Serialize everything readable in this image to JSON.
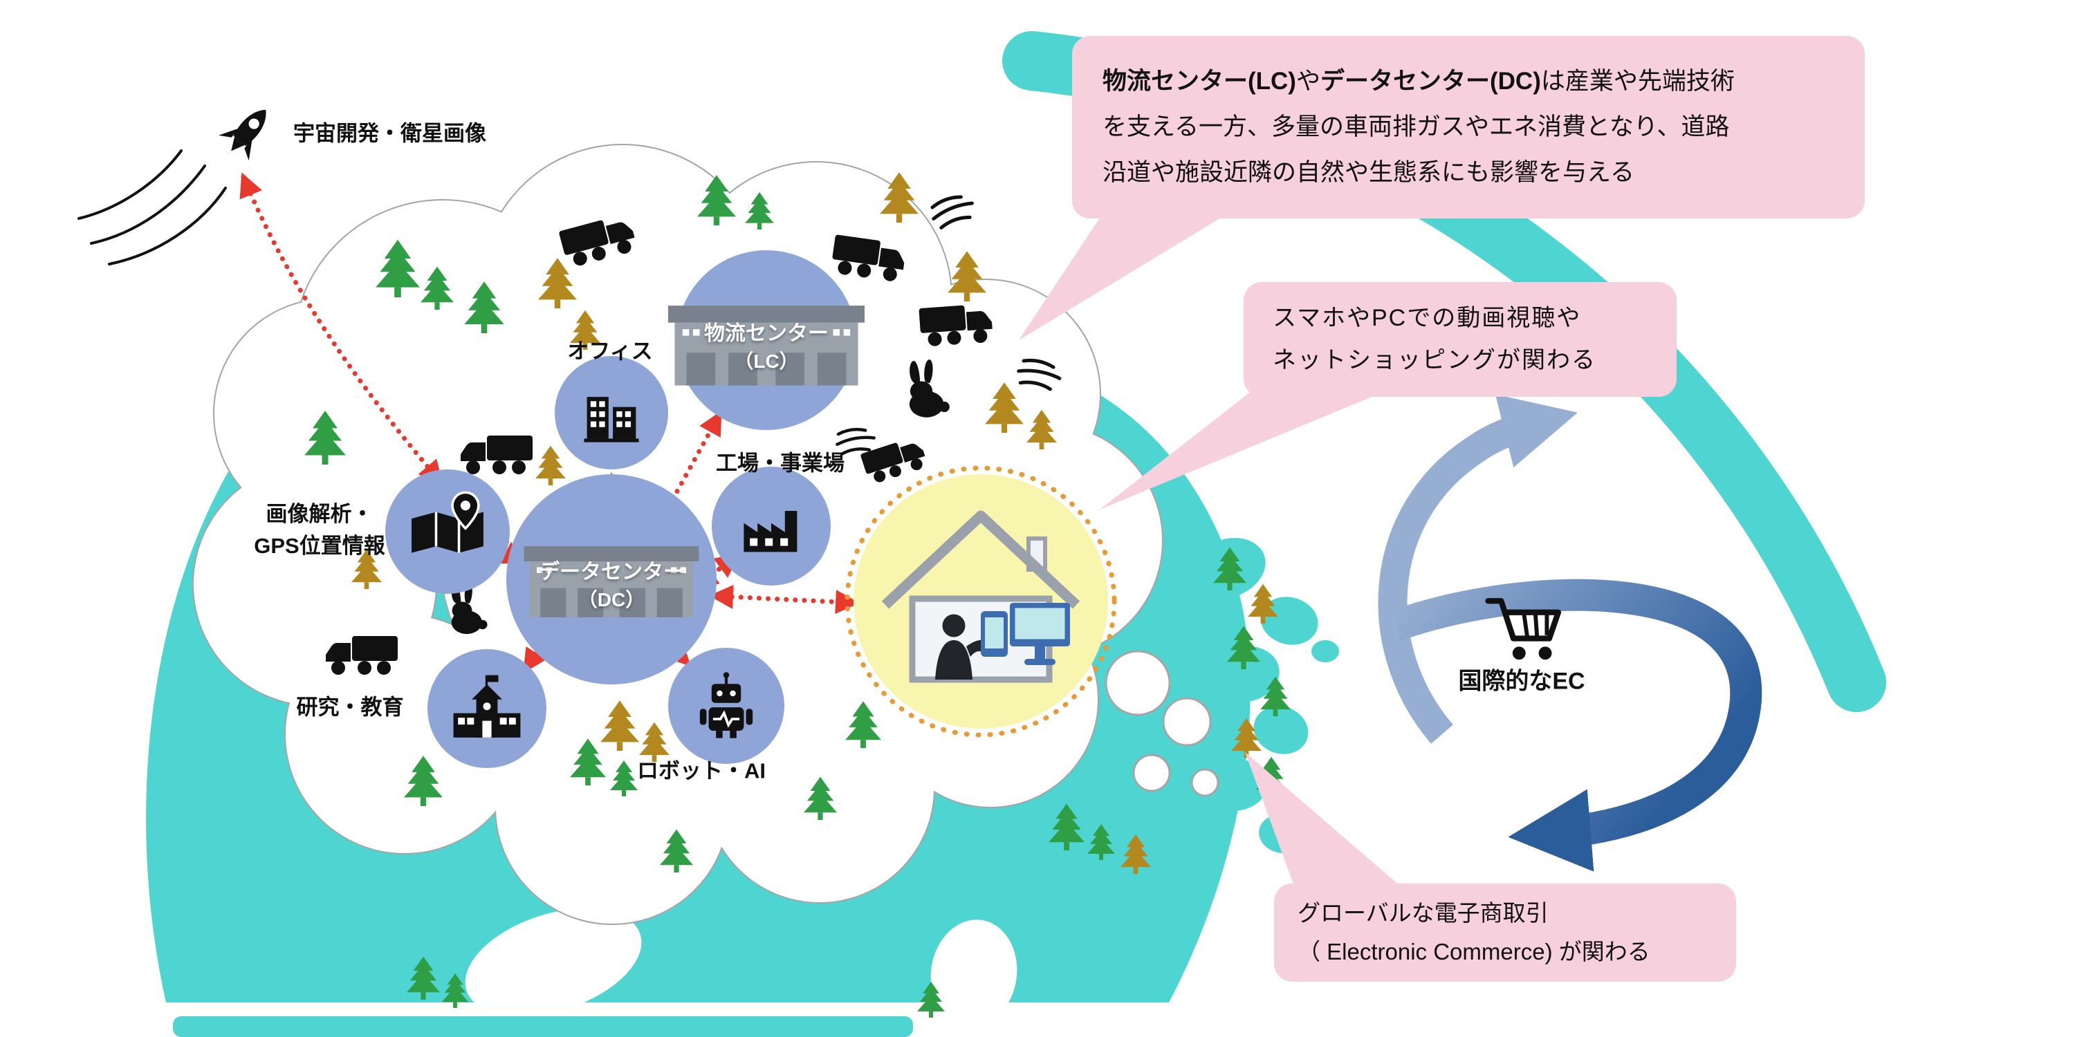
{
  "diagram": {
    "nodes": {
      "space": {
        "label": "宇宙開発・衛星画像"
      },
      "office": {
        "label": "オフィス"
      },
      "logistics_center": {
        "line1": "物流センター",
        "line2": "（LC）"
      },
      "factory": {
        "label": "工場・事業場"
      },
      "gps": {
        "line1": "画像解析・",
        "line2": "GPS位置情報"
      },
      "data_center": {
        "line1": "データセンター",
        "line2": "（DC）"
      },
      "research": {
        "label": "研究・教育"
      },
      "robot": {
        "label": "ロボット・AI"
      },
      "ec": {
        "label": "国際的なEC"
      }
    },
    "callouts": {
      "impact": {
        "bold1": "物流センター(LC)",
        "mid": "や",
        "bold2": "データセンター(DC)",
        "rest": "は産業や先端技術",
        "line2": "を支える一方、多量の車両排ガスやエネ消費となり、道路",
        "line3": "沿道や施設近隣の自然や生態系にも影響を与える"
      },
      "devices": {
        "line1": "スマホやPCでの動画視聴や",
        "line2": "ネットショッピングが関わる"
      },
      "global_ec": {
        "line1": "グローバルな電子商取引",
        "line2": "（ Electronic Commerce) が関わる"
      }
    },
    "icons": {
      "rocket": "rocket silhouette",
      "office-building": "black towers with windows",
      "warehouse": "gray logistics warehouse",
      "factory": "black factory with sawtooth roof",
      "map-pin": "folded map with location pin",
      "school": "school building with flag",
      "robot": "robot with antenna",
      "truck": "black box truck",
      "rabbit": "black rabbit silhouette",
      "pine-tree": "layered pine tree",
      "house-devices": "house with person, smartphone and monitor",
      "shopping-cart": "black shopping cart",
      "wind-lines": "motion wind strokes"
    },
    "colors": {
      "globe-teal": "#4ED5D2",
      "node-blue": "#8FA5D8",
      "callout-pink": "#F7D0DE",
      "arrow-red": "#E8392F",
      "tree-green": "#2F9E44",
      "tree-olive": "#B3891F",
      "house-yellow": "#F8F6AE",
      "ring-orange": "#E89A35",
      "ec-dark-blue": "#2B5D9B",
      "ec-light-blue": "#96AED2",
      "building-gray": "#99A1AA",
      "building-gray-dark": "#79828C",
      "device-blue": "#3E6CB0",
      "screen-teal": "#BFE8EA",
      "ink": "#111111"
    }
  }
}
